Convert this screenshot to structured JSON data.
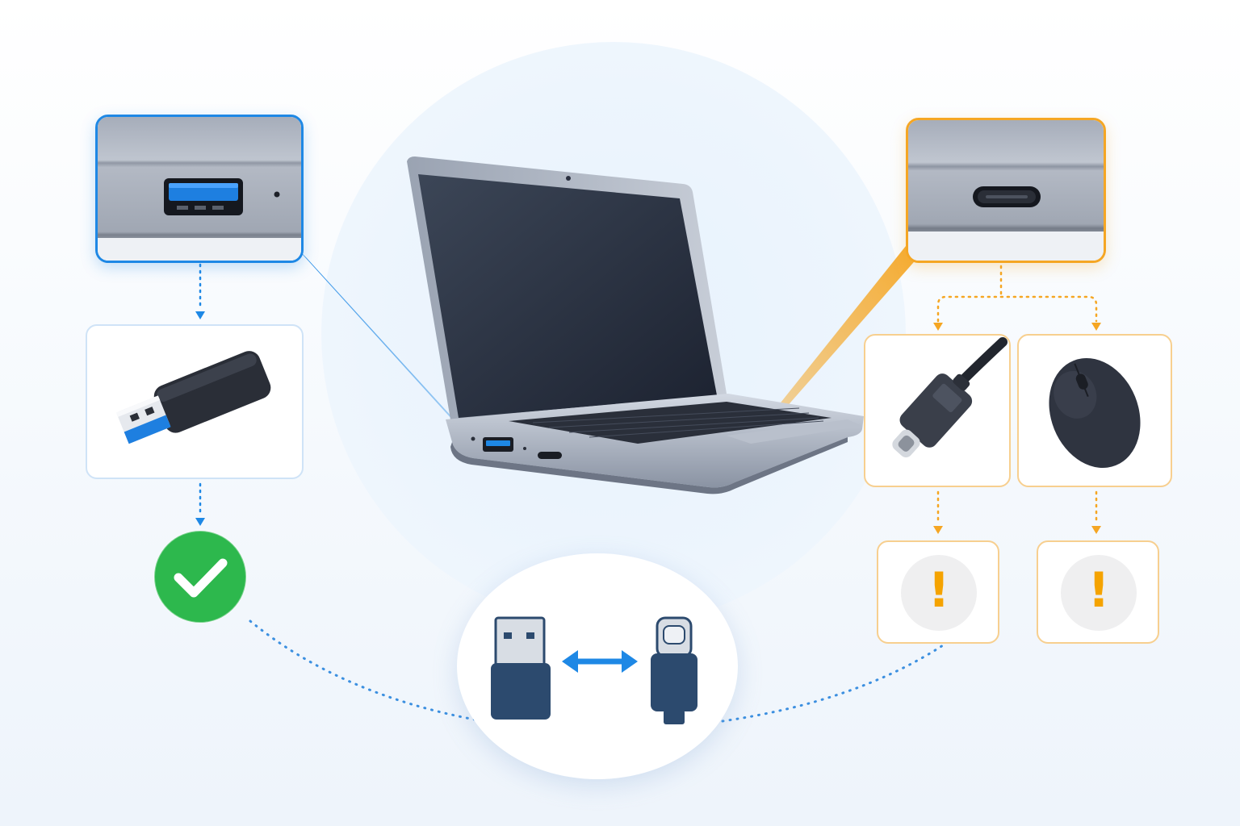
{
  "diagram": {
    "colors": {
      "usb_a_accent": "#1e88e5",
      "usb_c_accent": "#f5a623",
      "success": "#2db84d",
      "warning": "#f5a300",
      "device_dark": "#2f3440",
      "adapter_blue": "#2c4a6e"
    },
    "left_branch": {
      "port": "usb-a-port",
      "device": "usb-flash-drive",
      "result": "checkmark-icon"
    },
    "right_branch": {
      "port": "usb-c-port",
      "devices": [
        "usb-c-cable",
        "wireless-mouse"
      ],
      "results": [
        "warning-icon",
        "warning-icon"
      ]
    },
    "adapter": {
      "left_plug": "usb-a-plug",
      "right_plug": "usb-c-plug",
      "connector": "double-arrow-icon"
    },
    "warning_symbol": "!"
  }
}
